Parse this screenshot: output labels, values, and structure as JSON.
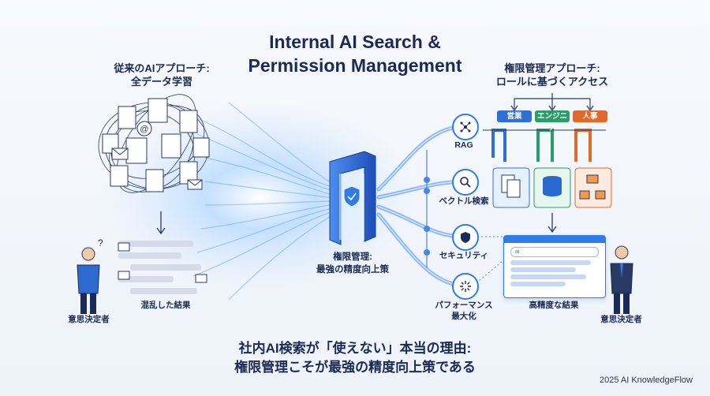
{
  "title": "Internal AI Search &\nPermission Management",
  "left": {
    "heading": "従来のAIアプローチ:\n全データ学習",
    "result_label": "混乱した結果",
    "person_label": "意思決定者"
  },
  "center": {
    "label": "権限管理:\n最強の精度向上策"
  },
  "right": {
    "heading": "権限管理アプローチ:\nロールに基づくアクセス",
    "departments": [
      {
        "label": "営業",
        "color": "#2f6fd6"
      },
      {
        "label": "エンジニア",
        "color": "#2a9d6a"
      },
      {
        "label": "人事",
        "color": "#e06a2c"
      }
    ],
    "search_placeholder": "ai",
    "result_label": "高精度な結果",
    "person_label": "意思決定者"
  },
  "features": [
    {
      "label": "RAG",
      "icon": "network-icon"
    },
    {
      "label": "ベクトル検索",
      "icon": "magnifier-icon"
    },
    {
      "label": "セキュリティ",
      "icon": "shield-icon"
    },
    {
      "label": "パフォーマンス\n最大化",
      "icon": "burst-icon"
    }
  ],
  "bottom_text": "社内AI検索が「使えない」本当の理由:\n権限管理こそが最強の精度向上策である",
  "footer": "2025 AI KnowledgeFlow",
  "colors": {
    "accent": "#2f7be8",
    "navy": "#1b2a55",
    "glow": "#9cc6ff"
  }
}
